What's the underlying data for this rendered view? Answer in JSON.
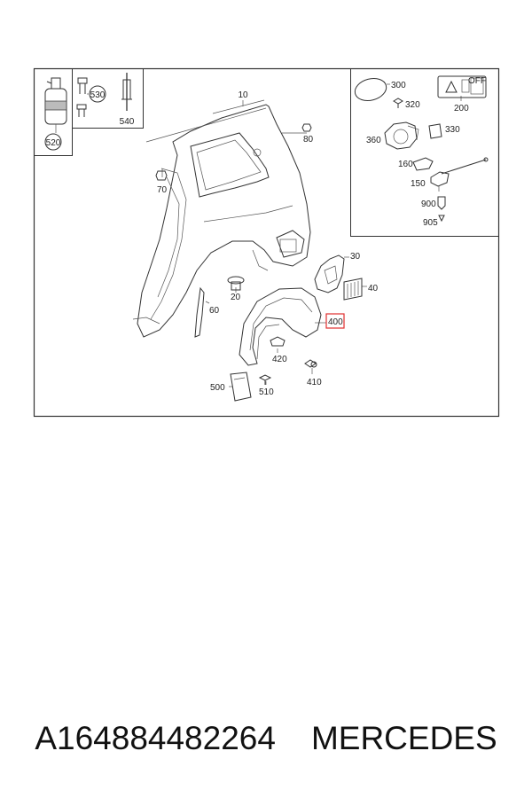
{
  "diagram": {
    "parts": {
      "p10": "10",
      "p20": "20",
      "p30": "30",
      "p40": "40",
      "p60": "60",
      "p70": "70",
      "p80": "80",
      "p150": "150",
      "p160": "160",
      "p200": "200",
      "p300": "300",
      "p320": "320",
      "p330": "330",
      "p360": "360",
      "p400": "400",
      "p410": "410",
      "p420": "420",
      "p500": "500",
      "p510": "510",
      "p520": "520",
      "p530": "530",
      "p540": "540",
      "p900": "900",
      "p905": "905"
    },
    "highlighted_part": "400",
    "highlight_color": "#e03030",
    "warning_label_text": "OFF"
  },
  "caption": {
    "part_number": "A164884482264",
    "brand": "MERCEDES"
  }
}
